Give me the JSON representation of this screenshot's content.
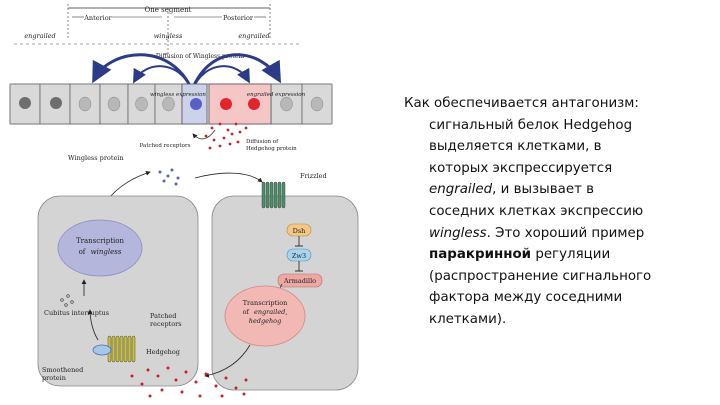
{
  "figure": {
    "header": {
      "one_segment": "One segment",
      "anterior": "Anterior",
      "posterior": "Posterior",
      "engrailed_left": "engrailed",
      "wingless": "wingless",
      "engrailed_right": "engrailed",
      "diffusion_wingless": "Diffusion of Wingless protein"
    },
    "strip": {
      "wingless_expression": "wingless expression",
      "engrailed_expression": "engrailed expression",
      "patched_receptors": "Patched receptors",
      "diffusion_hedgehog_line1": "Diffusion of",
      "diffusion_hedgehog_line2": "Hedgehog protein"
    },
    "lower": {
      "wingless_protein": "Wingless protein",
      "frizzled": "Frizzled",
      "transcription_left_line1": "Transcription",
      "transcription_left_line2": "of",
      "transcription_left_line3": "wingless",
      "dsh": "Dsh",
      "zw3": "Zw3",
      "armadillo": "Armadillo",
      "transcription_right_line1": "Transcription",
      "transcription_right_line2": "of",
      "transcription_right_line3": "engrailed,",
      "transcription_right_line4": "hedgehog",
      "cubitus_interruptus": "Cubitus interruptus",
      "patched_receptors_line1": "Patched",
      "patched_receptors_line2": "receptors",
      "hedgehog": "Hedgehog",
      "smoothened_line1": "Smoothened",
      "smoothened_line2": "protein"
    }
  },
  "caption": {
    "line1": "Как обеспечивается антагонизм:",
    "line2": "сигнальный белок Hedgehog",
    "line3": "выделяется клетками, в",
    "line4": "которых экспрессируется",
    "line5_italic": "engrailed",
    "line5_rest": ", и вызывает в",
    "line6": "соседних клетках экспрессию",
    "line7_italic": "wingless",
    "line7_rest": ". Это хороший пример",
    "line8_bold": "паракринной",
    "line8_rest": " регуляции",
    "line9": "(распространение сигнального",
    "line10": "фактора между соседними",
    "line11": "клетками)."
  },
  "colors": {
    "cell_fill": "#d9d9d9",
    "cell_inner": "#b8b8b8",
    "nucleus_grey": "#6e6e6e",
    "wingless_cell": "#ccd2ea",
    "wingless_nucleus": "#5a5fc4",
    "engrailed_cell": "#f4c6c6",
    "engrailed_nucleus": "#e0252e",
    "hedgehog_dots": "#cc1f2a",
    "wingless_dots": "#5a62b4",
    "arch": "#2c3b87",
    "transcription_left_fill": "#b4b6dc",
    "transcription_right_fill": "#f2b8b4",
    "frizzled_green": "#4c8f6b",
    "patched_yellow": "#c9be3d",
    "dsh_fill": "#f4c784",
    "zw3_fill": "#a8d4ee",
    "armadillo_fill": "#eda8a2"
  }
}
